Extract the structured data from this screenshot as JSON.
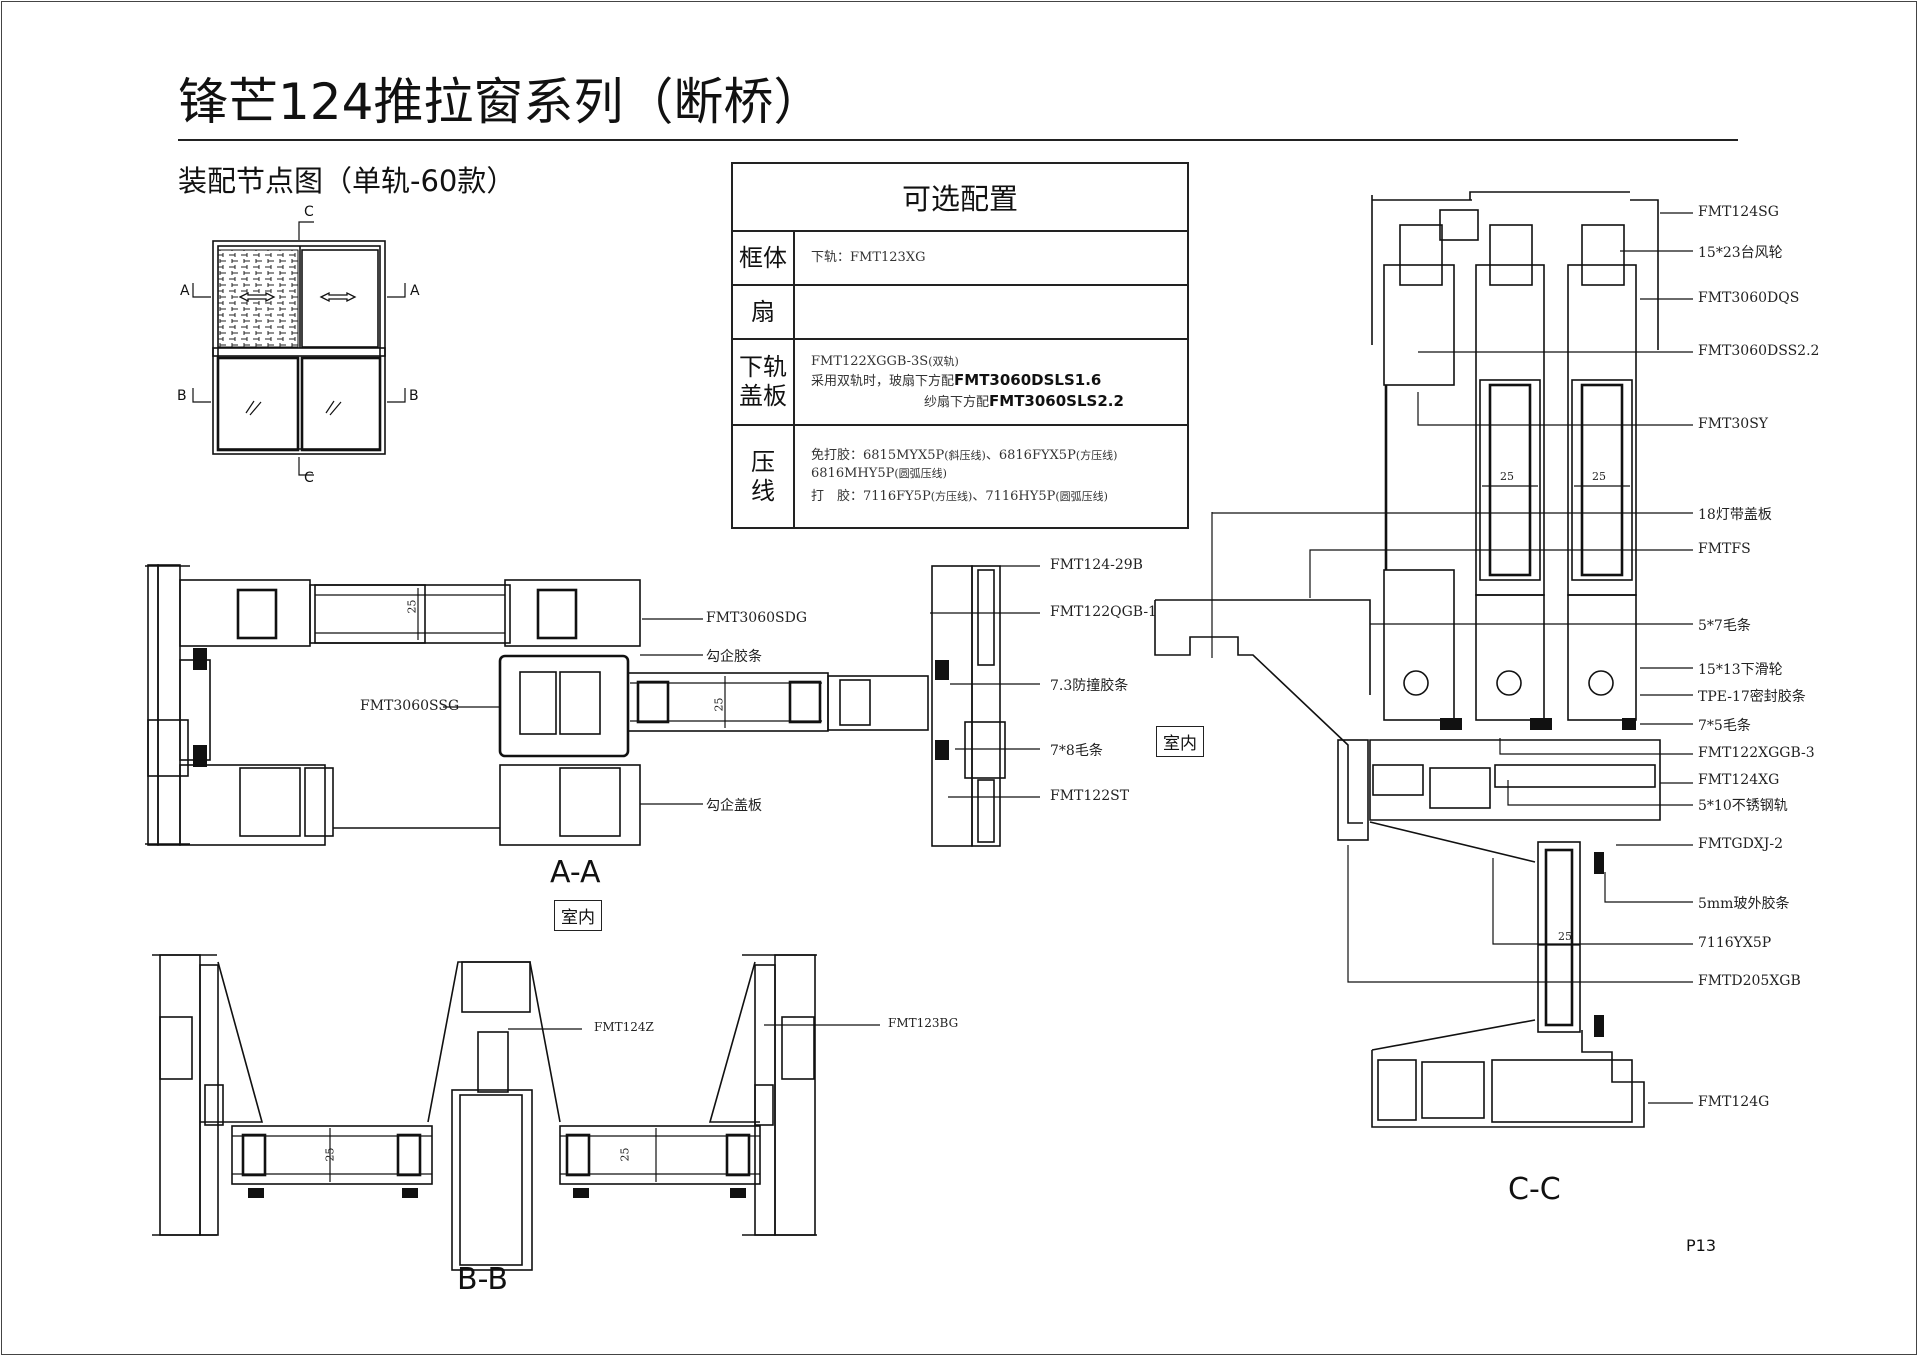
{
  "header": {
    "title": "锋芒124推拉窗系列（断桥）",
    "subtitle": "装配节点图（单轨-60款）"
  },
  "config_table": {
    "title": "可选配置",
    "rows": [
      {
        "category": "框体",
        "lines": [
          "下轨：FMT123XG"
        ]
      },
      {
        "category": "扇",
        "lines": []
      },
      {
        "category": "下轨盖板",
        "line1": "FMT122XGGB-3S",
        "line1_note": "(双轨)",
        "line2_prefix": "采用双轨时，玻扇下方配",
        "line2_bold": "FMT3060DSLS1.6",
        "line3_prefix": "纱扇下方配",
        "line3_bold": "FMT3060SLS2.2"
      },
      {
        "category": "压线",
        "line1_prefix": "免打胶：6815MYX5P",
        "line1_note1": "(斜压线)",
        "line1_mid": "、6816FYX5P",
        "line1_note2": "(方压线)",
        "line2": "6816MHY5P",
        "line2_note": "(圆弧压线)",
        "line3_prefix": "打　胶：7116FY5P",
        "line3_note1": "(方压线)",
        "line3_mid": "、7116HY5P",
        "line3_note2": "(圆弧压线)"
      }
    ]
  },
  "elevation": {
    "cut_marks": {
      "a": "A",
      "b": "B",
      "c": "C"
    }
  },
  "section_aa": {
    "name": "A-A",
    "room_label": "室内",
    "labels": [
      "FMT3060SDG",
      "勾企胶条",
      "FMT3060SSG",
      "勾企盖板",
      "FMT124-29B",
      "FMT122QGB-1",
      "7.3防撞胶条",
      "7*8毛条",
      "FMT122ST"
    ],
    "glass_dim": "25"
  },
  "section_bb": {
    "name": "B-B",
    "labels": [
      "FMT124Z",
      "FMT123BG"
    ],
    "glass_dim": "25"
  },
  "section_cc": {
    "name": "C-C",
    "room_label": "室内",
    "labels": [
      "FMT124SG",
      "15*23台风轮",
      "FMT3060DQS",
      "FMT3060DSS2.2",
      "FMT30SY",
      "18灯带盖板",
      "FMTFS",
      "5*7毛条",
      "15*13下滑轮",
      "TPE-17密封胶条",
      "7*5毛条",
      "FMT122XGGB-3",
      "FMT124XG",
      "5*10不锈钢轨",
      "FMTGDXJ-2",
      "5mm玻外胶条",
      "7116YX5P",
      "FMTD205XGB",
      "FMT124G"
    ],
    "glass_dim": "25"
  },
  "footer": {
    "page_number": "P13"
  }
}
